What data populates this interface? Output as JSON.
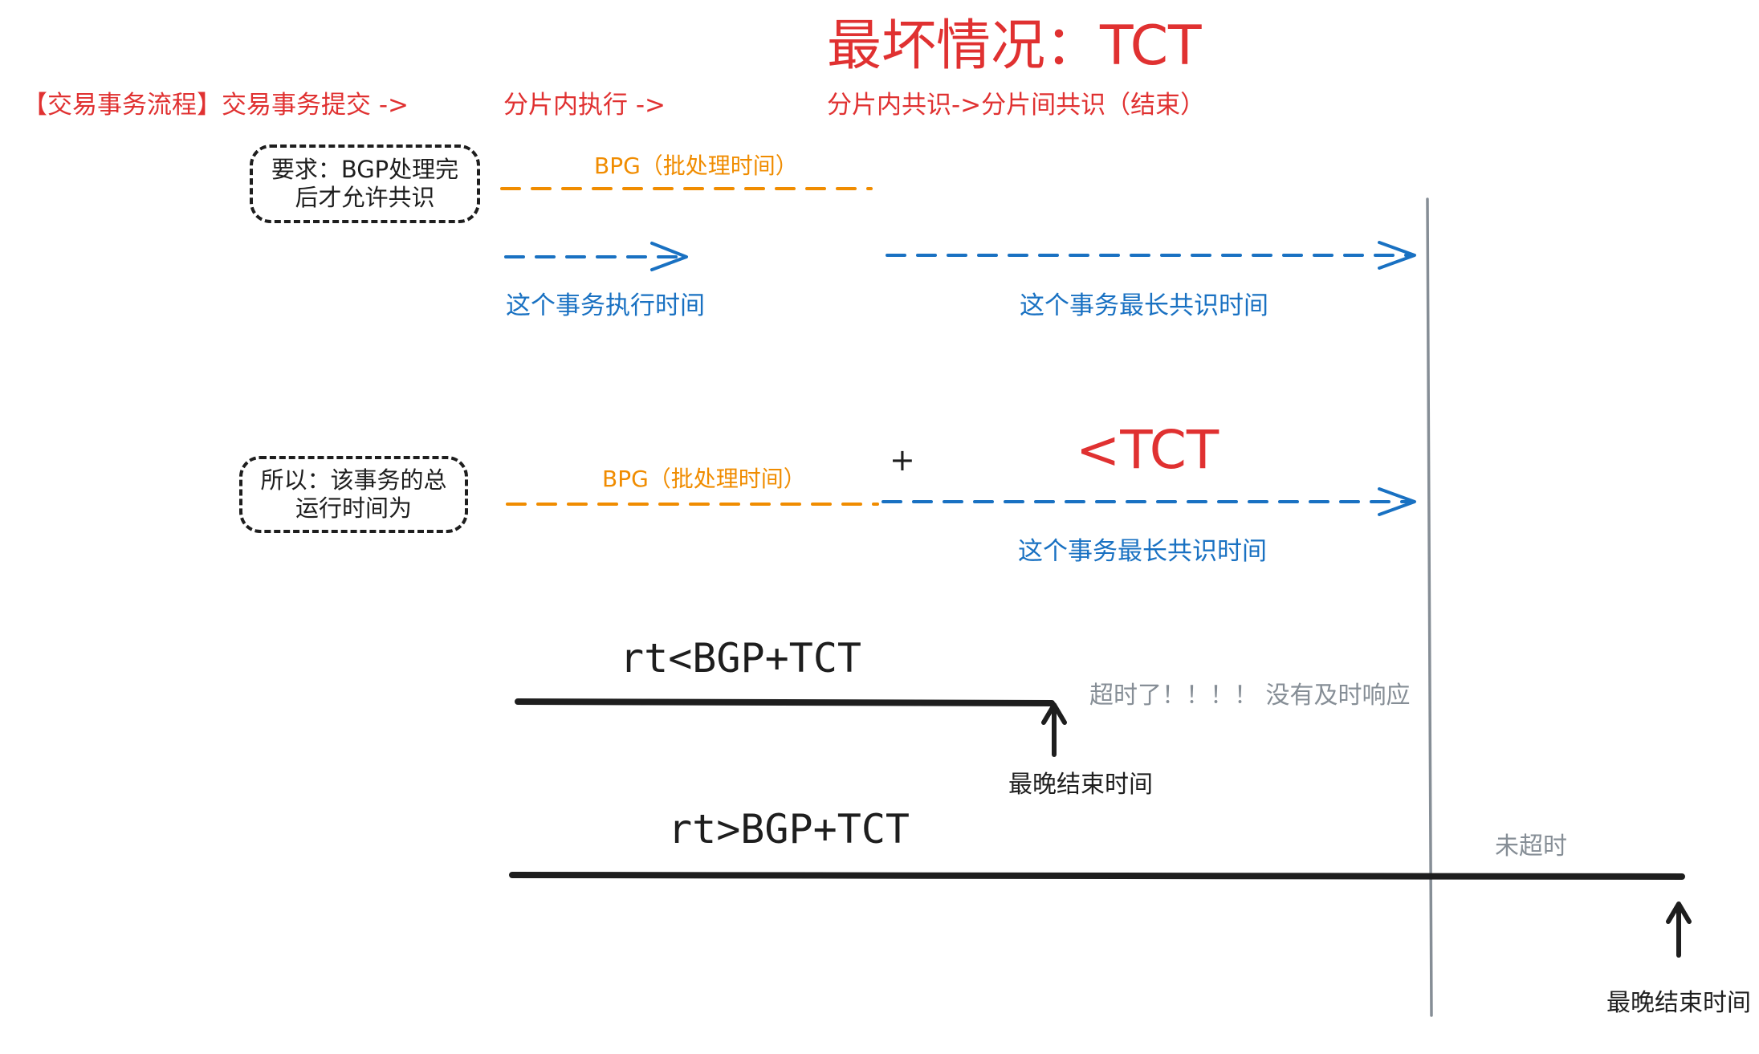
{
  "title": {
    "prefix": "最坏情况：",
    "term": "TCT"
  },
  "flow": {
    "step1": "【交易事务流程】交易事务提交 ->",
    "step2": "分片内执行 ->",
    "step3": "分片内共识->分片间共识（结束）"
  },
  "box_requirement": {
    "line1": "要求：BGP处理完",
    "line2": "后才允许共识"
  },
  "box_conclusion": {
    "line1": "所以：该事务的总",
    "line2": "运行时间为"
  },
  "row1": {
    "bpg_label": "BPG（批处理时间）",
    "exec_label": "这个事务执行时间",
    "consensus_label": "这个事务最长共识时间"
  },
  "row2": {
    "bpg_label": "BPG（批处理时间）",
    "plus": "+",
    "lt_tct": "<TCT",
    "consensus_label": "这个事务最长共识时间"
  },
  "case_timeout": {
    "formula": "rt<BGP+TCT",
    "status": "超时了！！！！ 没有及时响应",
    "latest_end": "最晚结束时间"
  },
  "case_ok": {
    "formula": "rt>BGP+TCT",
    "status": "未超时",
    "latest_end": "最晚结束时间"
  },
  "colors": {
    "red": "#e03131",
    "orange": "#f08c00",
    "blue": "#1971c2",
    "black": "#1e1e1e",
    "gray": "#868e96"
  }
}
